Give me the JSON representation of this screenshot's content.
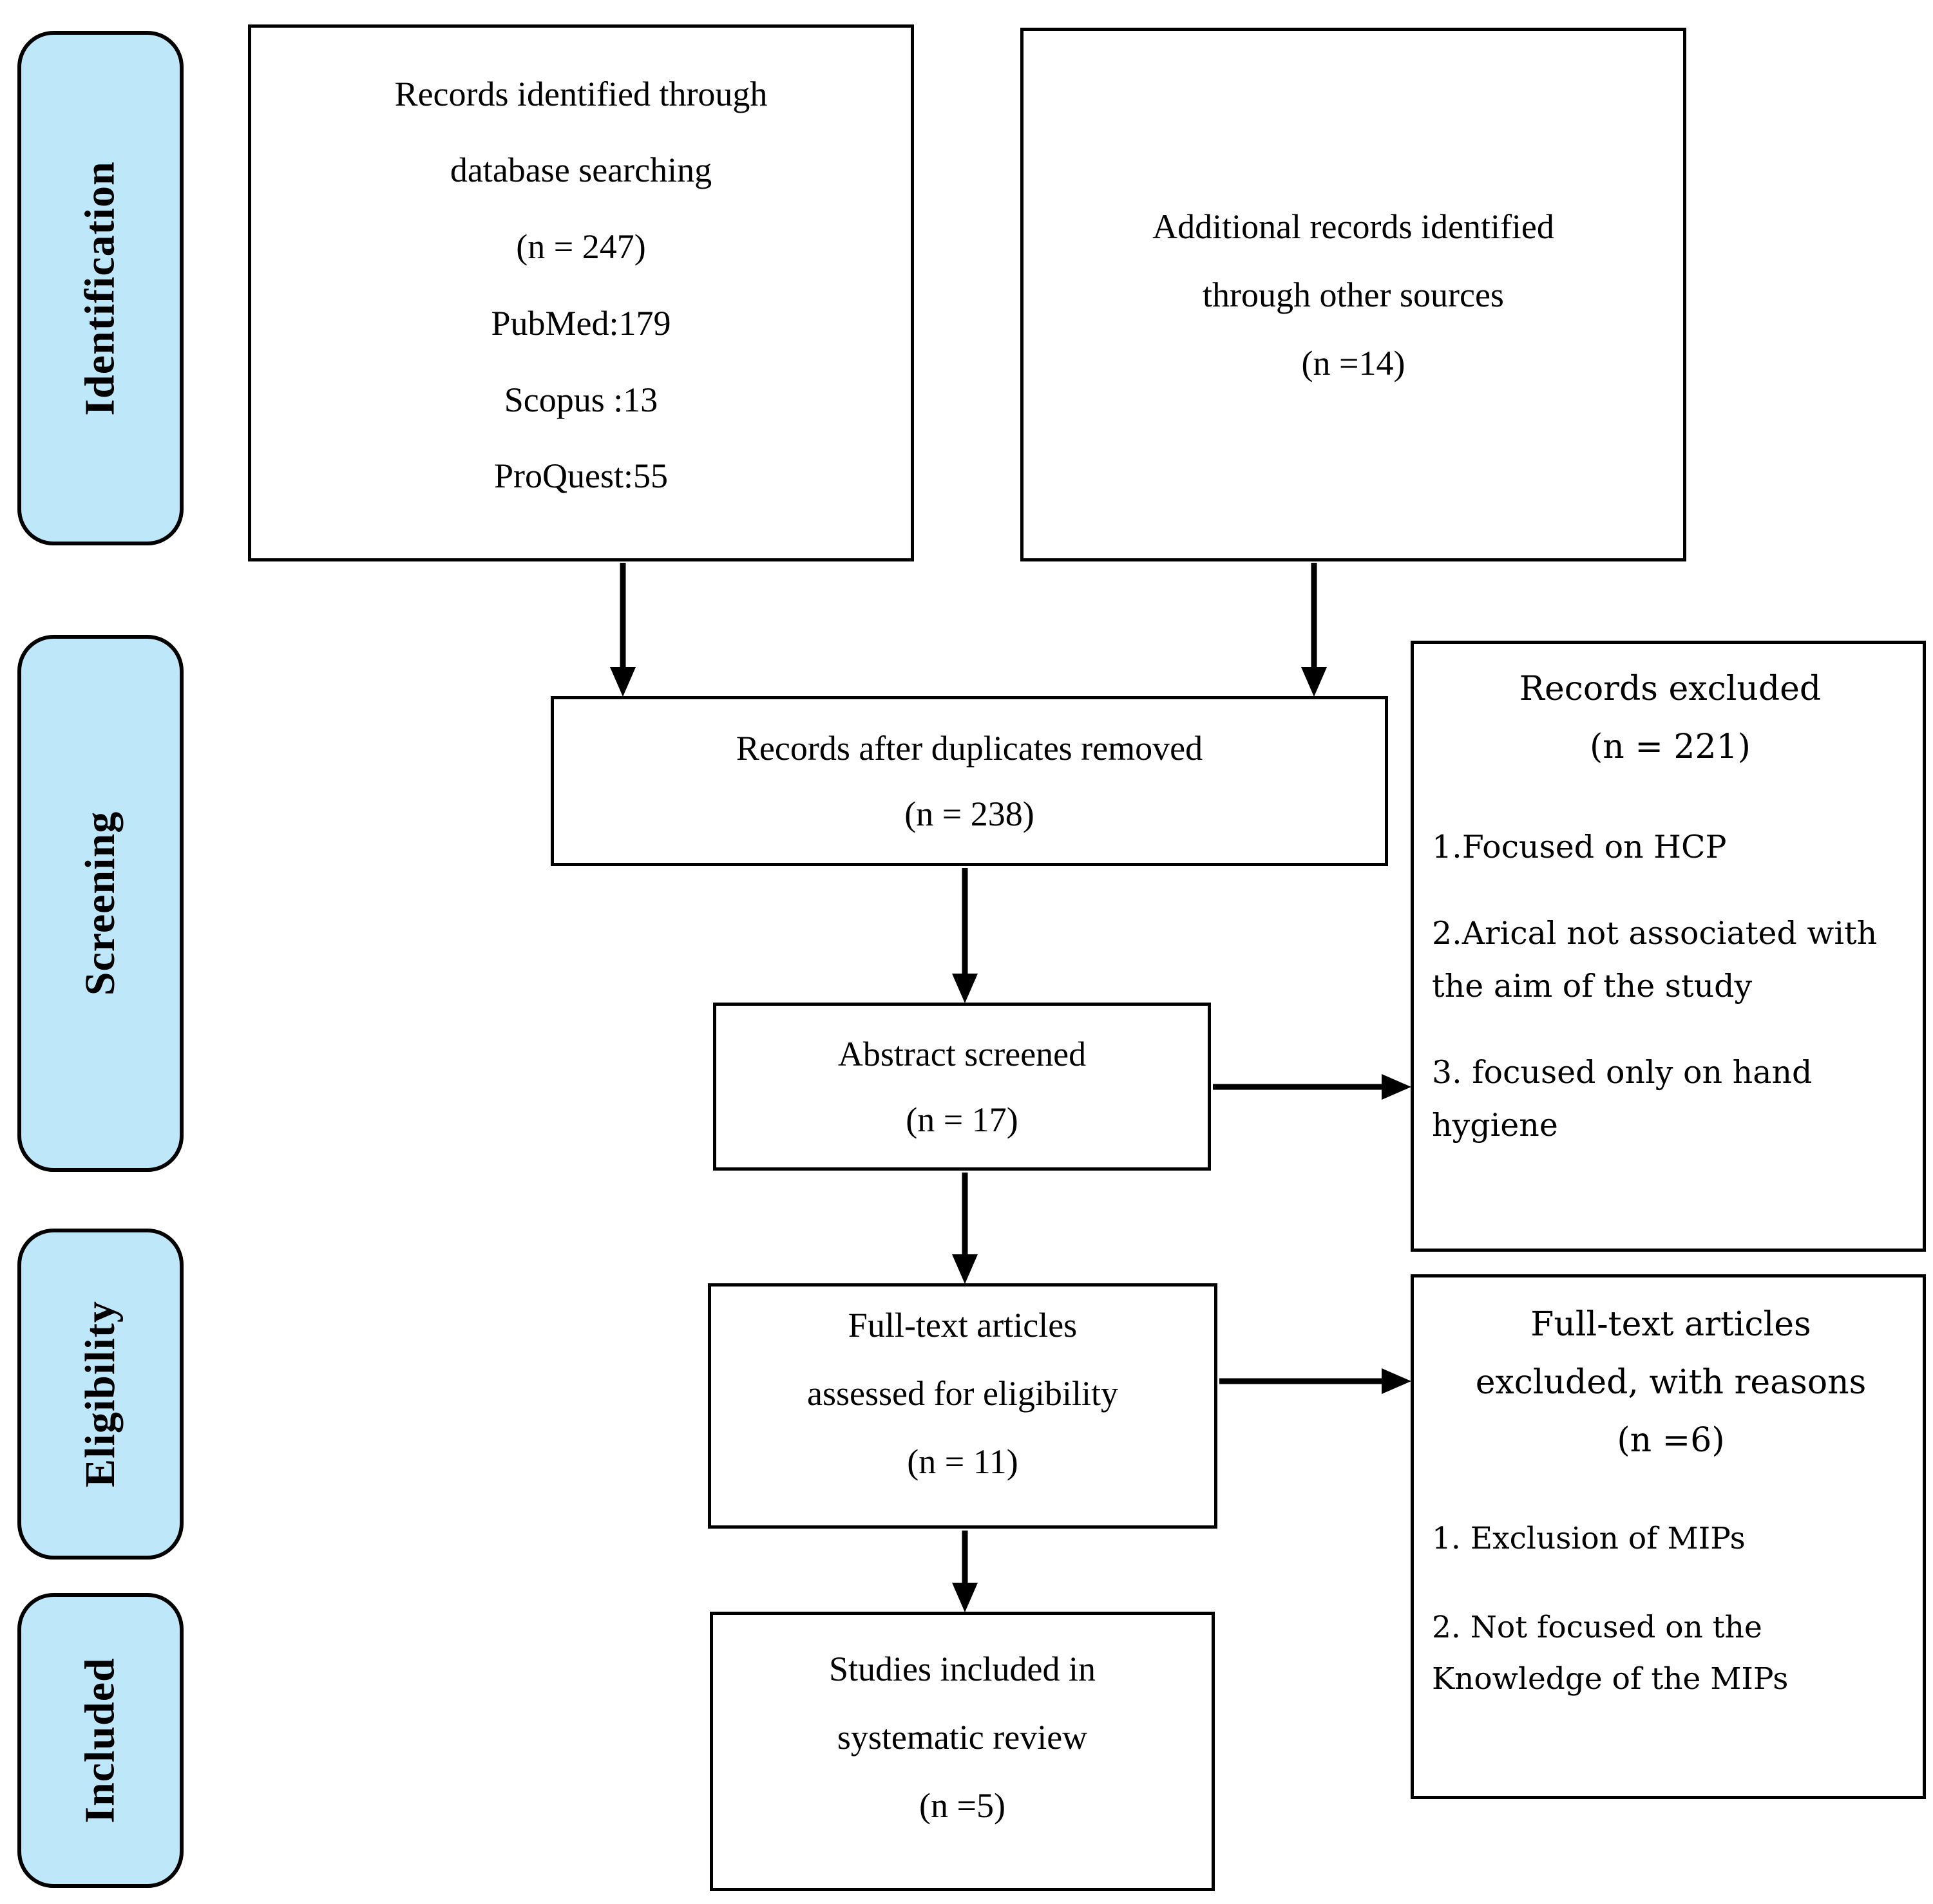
{
  "colors": {
    "stage_fill": "#BEE7FA",
    "border": "#000000",
    "background": "#FFFFFF",
    "text": "#000000"
  },
  "sidebar": {
    "identification": "Identification",
    "screening": "Screening",
    "eligibility": "Eligibility",
    "included": "Included"
  },
  "boxes": {
    "records_identified": {
      "line1": "Records identified through",
      "line2": "database searching",
      "line3": "(n = 247)",
      "line4": "PubMed:179",
      "line5": "Scopus :13",
      "line6": "ProQuest:55"
    },
    "additional_records": {
      "line1": "Additional records identified",
      "line2": "through other sources",
      "line3": "(n =14)"
    },
    "duplicates_removed": {
      "line1": "Records after duplicates removed",
      "line2": "(n = 238)"
    },
    "abstract_screened": {
      "line1": "Abstract screened",
      "line2": "(n = 17)"
    },
    "records_excluded": {
      "title": "Records excluded",
      "count": "(n = 221)",
      "item1": "1.Focused on HCP",
      "item2": "2.Arical not associated with the aim of the study",
      "item3": "3. focused only on hand hygiene"
    },
    "fulltext_assessed": {
      "line1": "Full-text articles",
      "line2": "assessed for eligibility",
      "line3": "(n = 11)"
    },
    "fulltext_excluded": {
      "title1": "Full-text articles",
      "title2": "excluded, with reasons",
      "count": "(n =6)",
      "item1": "1. Exclusion of MIPs",
      "item2": "2. Not focused on the Knowledge of the MIPs"
    },
    "studies_included": {
      "line1": "Studies included in",
      "line2": "systematic review",
      "line3": "(n =5)"
    }
  }
}
